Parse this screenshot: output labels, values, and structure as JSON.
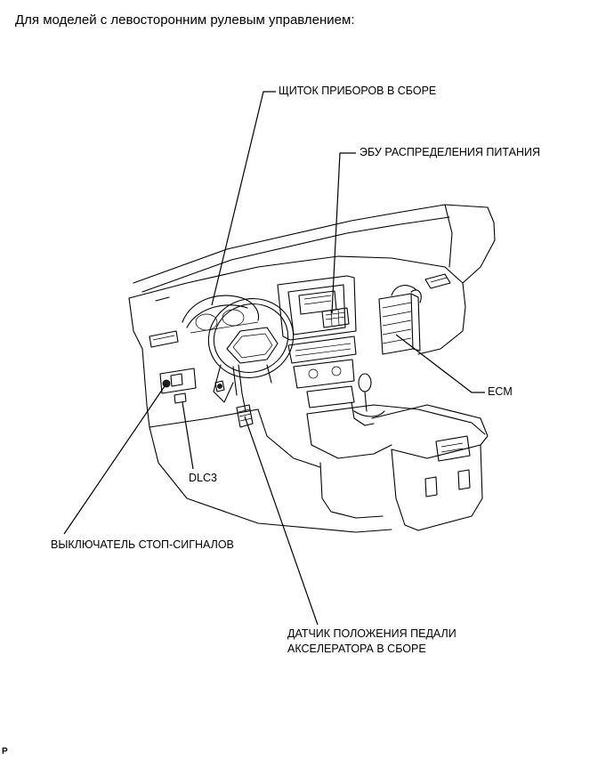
{
  "heading": "Для моделей с левосторонним рулевым управлением:",
  "labels": {
    "instrument_cluster": "ЩИТОК ПРИБОРОВ В СБОРЕ",
    "power_ecu": "ЭБУ РАСПРЕДЕЛЕНИЯ ПИТАНИЯ",
    "ecm": "ECM",
    "dlc3": "DLC3",
    "stop_switch": "ВЫКЛЮЧАТЕЛЬ СТОП-СИГНАЛОВ",
    "pedal_sensor_line1": "ДАТЧИК ПОЛОЖЕНИЯ ПЕДАЛИ",
    "pedal_sensor_line2": "АКСЕЛЕРАТОРА В СБОРЕ"
  },
  "corner_mark": "P"
}
